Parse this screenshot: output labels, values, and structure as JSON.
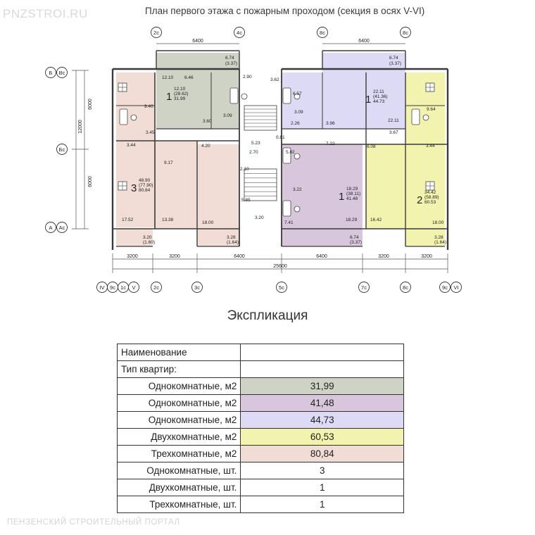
{
  "site_logo": "PNZSTROI.RU",
  "plan_title": "План первого этажа с пожарным проходом (секция в осях V-VI)",
  "colors": {
    "green": "#cfd3c6",
    "purple": "#d8c6dc",
    "lavender": "#dcdaf4",
    "yellow": "#f3f3b0",
    "pink": "#f1ddd5",
    "wall": "#3a3a3a"
  },
  "axes": {
    "top": [
      "2c",
      "4c",
      "8c",
      "8c"
    ],
    "bottom": [
      "IV",
      "9c",
      "1c",
      "V",
      "2c",
      "3c",
      "5c",
      "7c",
      "8c",
      "9c",
      "VI"
    ],
    "left": [
      "Б",
      "Вс",
      "Бс",
      "А",
      "Ас"
    ]
  },
  "dimensions": {
    "top": [
      "6400",
      "6400"
    ],
    "left": [
      "6000",
      "12000",
      "6000"
    ],
    "bottom": [
      "3200",
      "3200",
      "6400",
      "6400",
      "3200",
      "3200"
    ],
    "total": "25600"
  },
  "rooms": [
    {
      "k": "g1",
      "t": "12.10"
    },
    {
      "k": "g2",
      "t": "6.46"
    },
    {
      "k": "g3",
      "t": "6.74"
    },
    {
      "k": "g4",
      "t": "(3.37)"
    },
    {
      "k": "g5",
      "t": "3.60"
    },
    {
      "k": "g6",
      "t": "3.09"
    },
    {
      "k": "c1",
      "t": "2.90"
    },
    {
      "k": "c2",
      "t": "3.62"
    },
    {
      "k": "c3",
      "t": "5.23"
    },
    {
      "k": "c4",
      "t": "0.81"
    },
    {
      "k": "c5",
      "t": "2.70"
    },
    {
      "k": "c6",
      "t": "2.10"
    },
    {
      "k": "c7",
      "t": "5.85"
    },
    {
      "k": "c8",
      "t": "3.20"
    },
    {
      "k": "l1",
      "t": "6.57"
    },
    {
      "k": "l2",
      "t": "6.74"
    },
    {
      "k": "l3",
      "t": "(3.37)"
    },
    {
      "k": "l4",
      "t": "3.09"
    },
    {
      "k": "l5",
      "t": "2.26"
    },
    {
      "k": "l6",
      "t": "3.96"
    },
    {
      "k": "l7",
      "t": "22.11"
    },
    {
      "k": "y1",
      "t": "9.64"
    },
    {
      "k": "y2",
      "t": "3.67"
    },
    {
      "k": "y3",
      "t": "6.08"
    },
    {
      "k": "y4",
      "t": "3.44"
    },
    {
      "k": "y5",
      "t": "16.42"
    },
    {
      "k": "y6",
      "t": "18.00"
    },
    {
      "k": "y7",
      "t": "3.28"
    },
    {
      "k": "y8",
      "t": "(1.64)"
    },
    {
      "k": "p1",
      "t": "9.40"
    },
    {
      "k": "p2",
      "t": "3.45"
    },
    {
      "k": "p3",
      "t": "3.44"
    },
    {
      "k": "p4",
      "t": "4.20"
    },
    {
      "k": "p5",
      "t": "9.17"
    },
    {
      "k": "p6",
      "t": "17.52"
    },
    {
      "k": "p7",
      "t": "13.38"
    },
    {
      "k": "p8",
      "t": "18.00"
    },
    {
      "k": "p9",
      "t": "3.20"
    },
    {
      "k": "p10",
      "t": "(1.60)"
    },
    {
      "k": "p11",
      "t": "3.28"
    },
    {
      "k": "p12",
      "t": "(1.64)"
    },
    {
      "k": "v1",
      "t": "5.82"
    },
    {
      "k": "v2",
      "t": "7.22"
    },
    {
      "k": "v3",
      "t": "3.22"
    },
    {
      "k": "v4",
      "t": "7.41"
    },
    {
      "k": "v5",
      "t": "18.29"
    },
    {
      "k": "v6",
      "t": "6.74"
    },
    {
      "k": "v7",
      "t": "(3.37)"
    }
  ],
  "apartments": [
    {
      "num": "1",
      "a": "12.10",
      "b": "(28.62)",
      "c": "31.99"
    },
    {
      "num": "1",
      "a": "22.11",
      "b": "(41.36)",
      "c": "44.73"
    },
    {
      "num": "3",
      "a": "48.90",
      "b": "(77.90)",
      "c": "80.84"
    },
    {
      "num": "1",
      "a": "18.29",
      "b": "(38.11)",
      "c": "41.48"
    },
    {
      "num": "2",
      "a": "34.42",
      "b": "(58.89)",
      "c": "60.53"
    }
  ],
  "explication": {
    "title": "Экспликация",
    "rows": [
      {
        "label": "Наименование",
        "value": "",
        "color": "",
        "align": "left"
      },
      {
        "label": "Тип квартир:",
        "value": "",
        "color": "",
        "align": "left"
      },
      {
        "label": "Однокомнатные, м2",
        "value": "31,99",
        "color": "#cfd3c6",
        "align": "right"
      },
      {
        "label": "Однокомнатные, м2",
        "value": "41,48",
        "color": "#d8c6dc",
        "align": "right"
      },
      {
        "label": "Однокомнатные, м2",
        "value": "44,73",
        "color": "#dcdaf4",
        "align": "right"
      },
      {
        "label": "Двухкомнатные, м2",
        "value": "60,53",
        "color": "#f3f3b0",
        "align": "right"
      },
      {
        "label": "Трехкомнатные, м2",
        "value": "80,84",
        "color": "#f1ddd5",
        "align": "right"
      },
      {
        "label": "Однокомнатные, шт.",
        "value": "3",
        "color": "",
        "align": "right"
      },
      {
        "label": "Двухкомнатные, шт.",
        "value": "1",
        "color": "",
        "align": "right"
      },
      {
        "label": "Трехкомнатные, шт.",
        "value": "1",
        "color": "",
        "align": "right"
      }
    ]
  },
  "watermark": "ПЕНЗЕНСКИЙ СТРОИТЕЛЬНЫЙ ПОРТАЛ"
}
